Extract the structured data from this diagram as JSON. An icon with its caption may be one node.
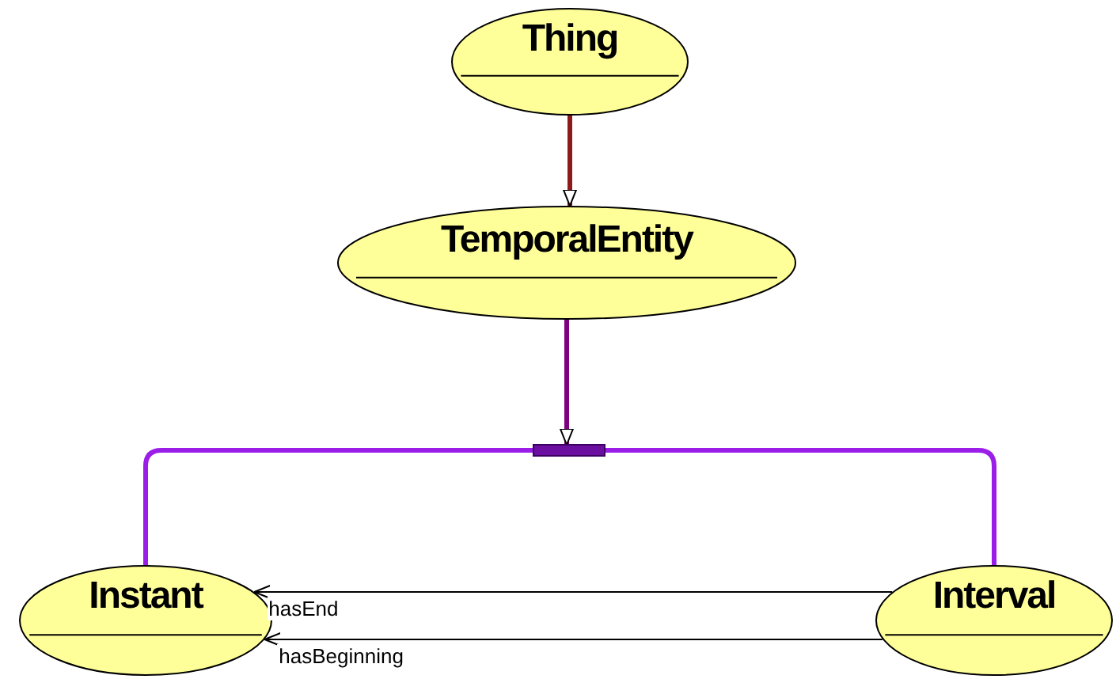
{
  "diagram": {
    "nodes": [
      {
        "text": [
          "Thing"
        ]
      },
      {
        "text": [
          "TemporalEntity"
        ]
      },
      {
        "text": [],
        "shape": "bar"
      },
      {
        "text": [
          "Instant"
        ]
      },
      {
        "text": [
          "Interval"
        ]
      }
    ],
    "edges": [
      {
        "from": 0,
        "to": 1,
        "arrow": "to",
        "color": "#8b1a1a"
      },
      {
        "from": 1,
        "to": 2,
        "arrow": "to",
        "color": "#800080"
      },
      {
        "from": 2,
        "to": 3,
        "arrow": "none",
        "color": "#9b1ee8"
      },
      {
        "from": 2,
        "to": 4,
        "arrow": "none",
        "color": "#9b1ee8"
      },
      {
        "from": 4,
        "to": 3,
        "arrow": "to",
        "label": "hasEnd",
        "color": "#000000"
      },
      {
        "from": 4,
        "to": 3,
        "arrow": "to",
        "label": "hasBeginning",
        "color": "#000000"
      }
    ]
  }
}
